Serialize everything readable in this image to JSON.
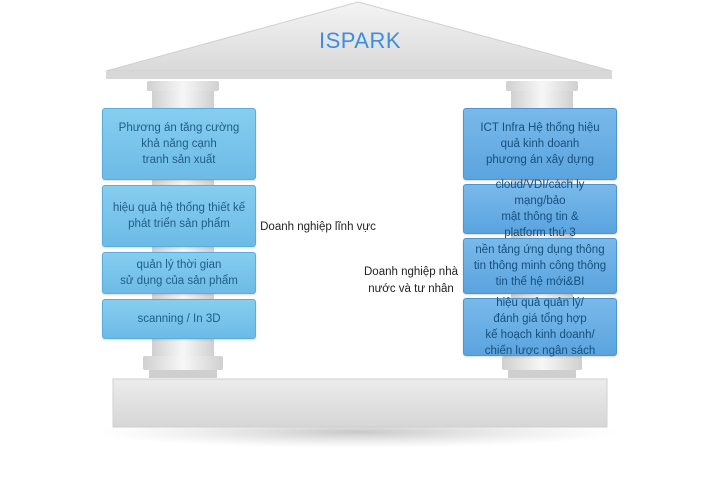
{
  "title": "ISPARK",
  "left_column": [
    "Phương án tăng cường\nkhả năng cạnh\ntranh sản xuất",
    "hiệu quả hệ thống thiết kế\nphát triển sản phẩm",
    "quản lý thời gian\nsử dụng của sản phẩm",
    "scanning / In 3D"
  ],
  "right_column": [
    "ICT Infra Hệ thống hiệu\nquả kinh doanh\nphương án xây dựng",
    "cloud/VDI/cách ly mạng/bảo\nmật thông tin &\nplatform thứ 3",
    "nền tảng ứng dụng thông\ntin thông minh công thông\ntin thế hệ mới&BI",
    "hiệu quả quản lý/\nđánh giá tổng hợp\nkế hoạch kinh doanh/\nchiến lược ngân sách"
  ],
  "left_label": "Doanh nghiệp lĩnh vực",
  "right_label": "Doanh nghiệp nhà\nnước và tư nhân",
  "colors": {
    "title": "#3d8de0",
    "box_left": "#7cc5ec",
    "box_right": "#68aee3"
  }
}
